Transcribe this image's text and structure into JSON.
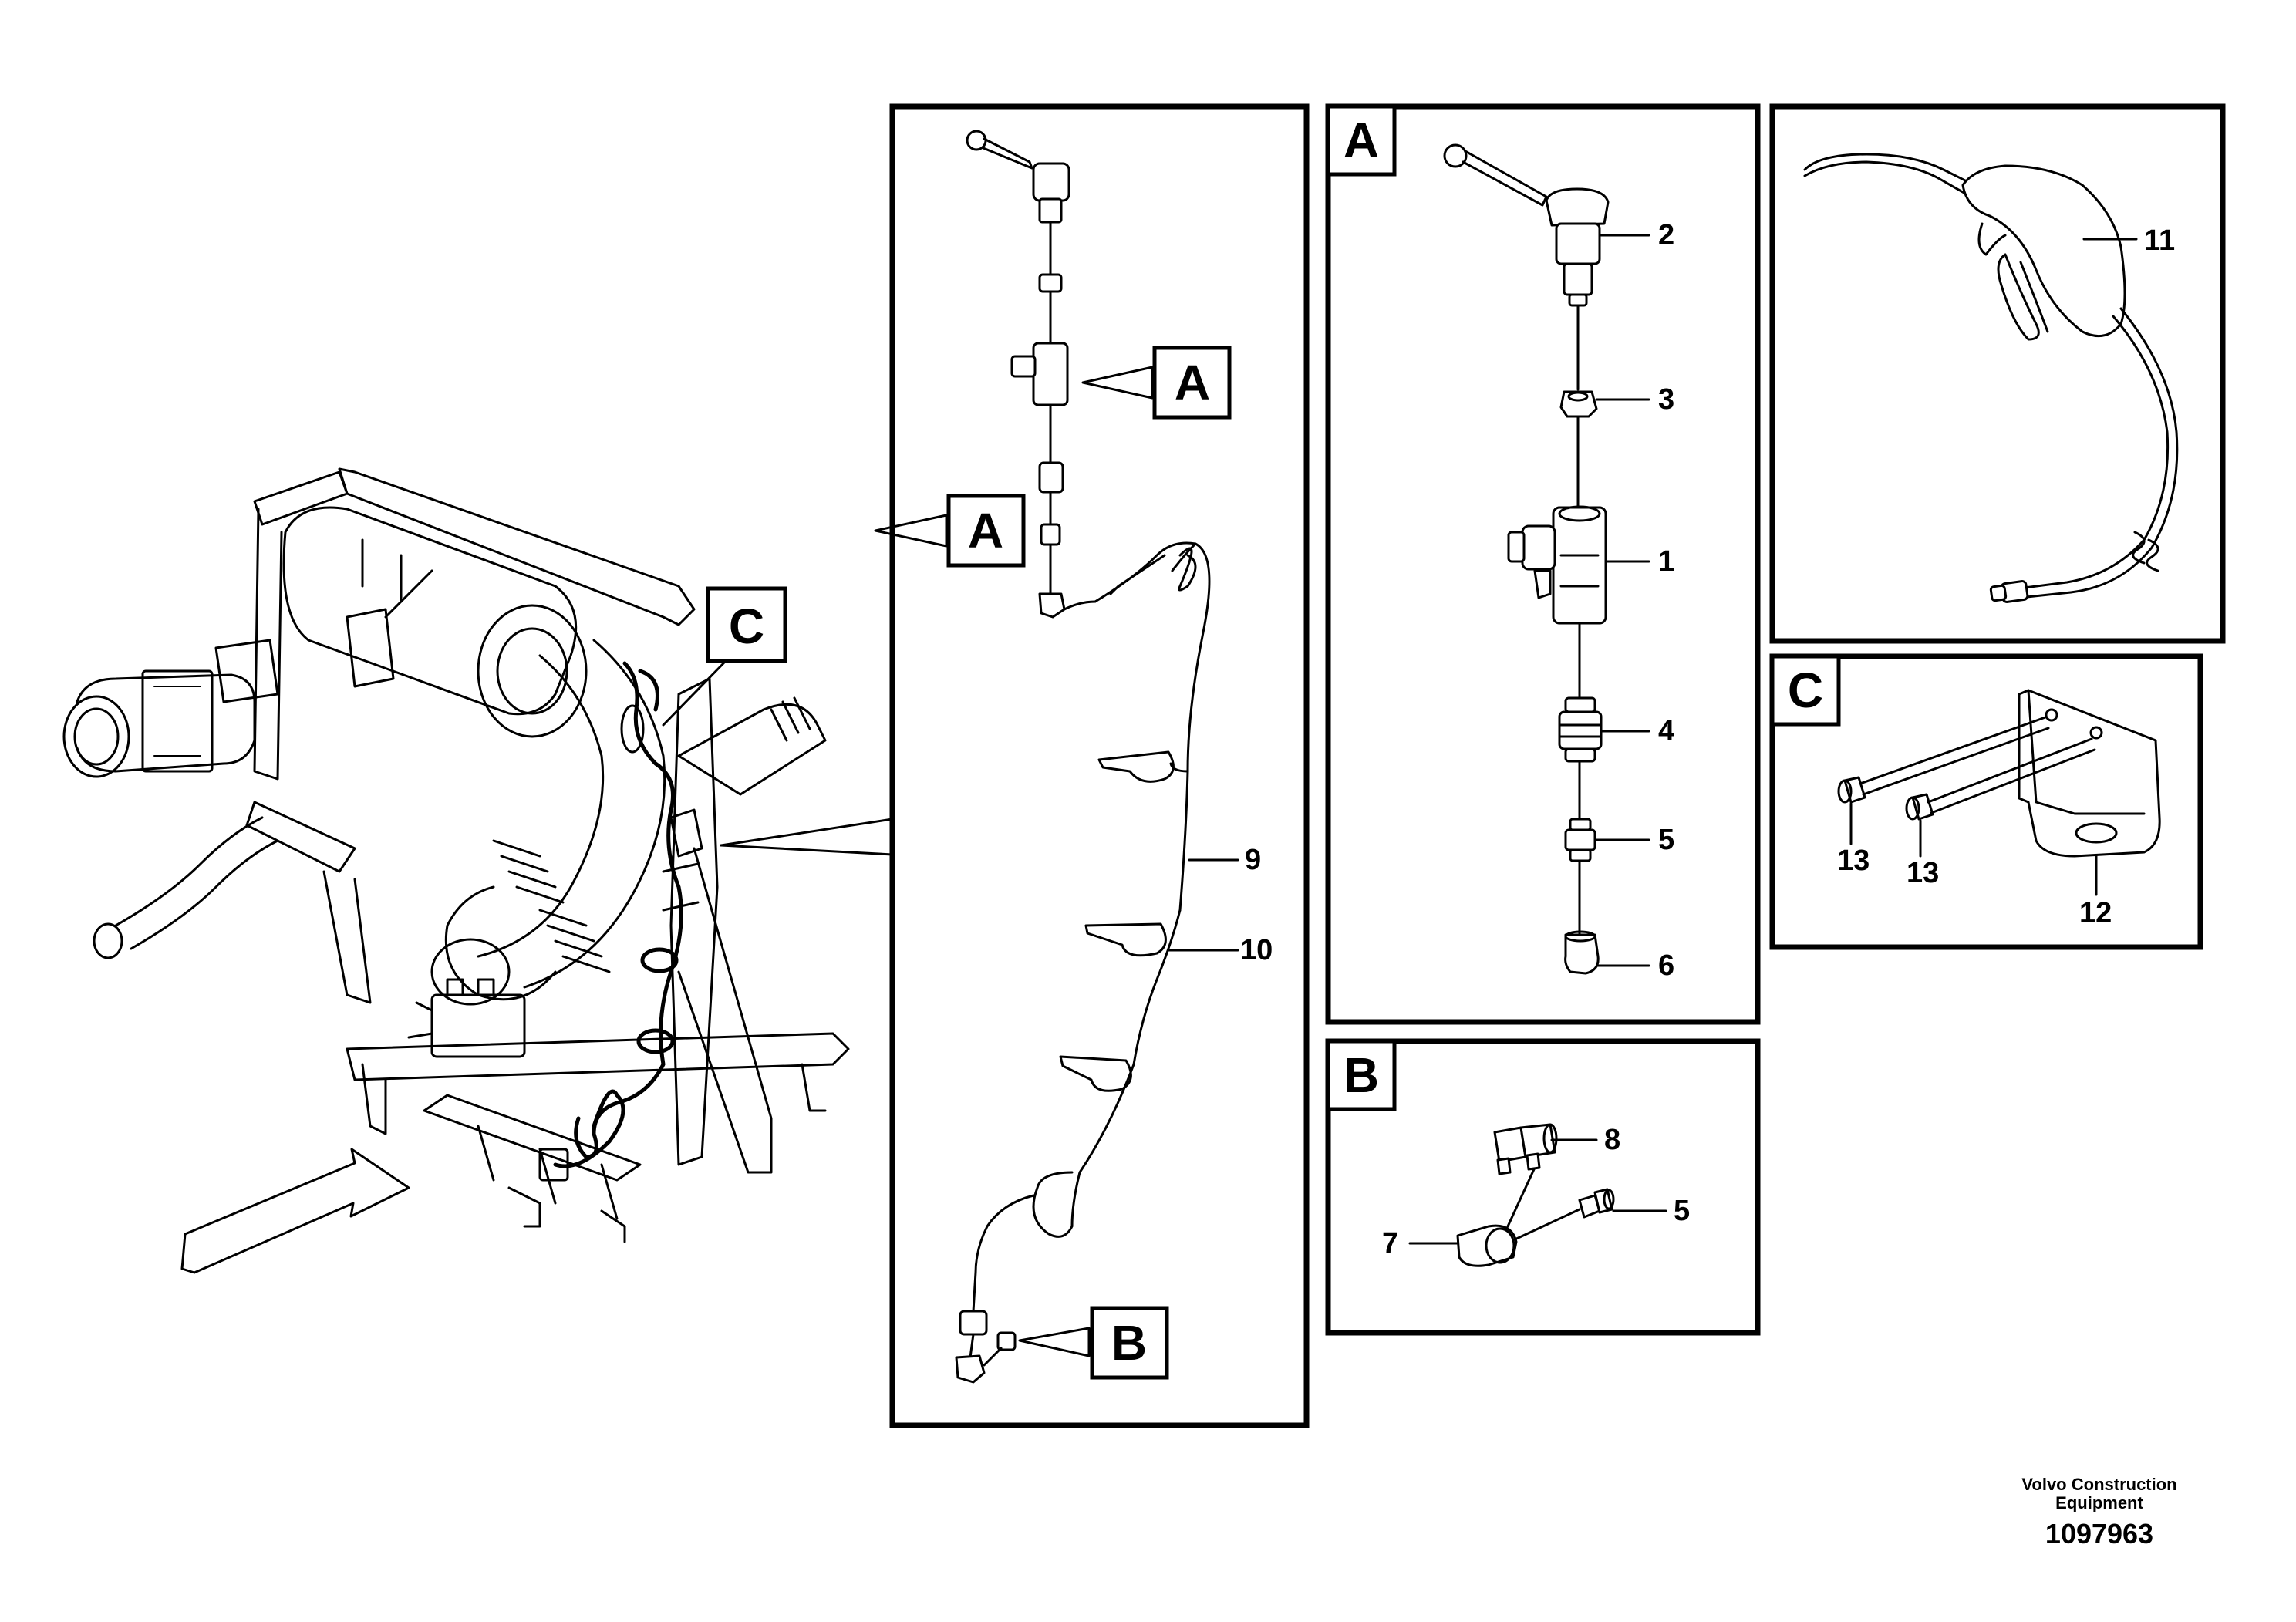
{
  "callout_tags": {
    "main_a": "A",
    "main_a_side": "A",
    "main_b": "B",
    "main_c": "C",
    "panel_a": "A",
    "panel_b": "B",
    "panel_c": "C"
  },
  "part_numbers": {
    "p1": "1",
    "p2": "2",
    "p3": "3",
    "p4": "4",
    "p5": "5",
    "p6": "6",
    "p5b": "5",
    "p7": "7",
    "p8": "8",
    "p9": "9",
    "p10": "10",
    "p11": "11",
    "p12": "12",
    "p13a": "13",
    "p13b": "13"
  },
  "footer": {
    "company_line1": "Volvo Construction",
    "company_line2": "Equipment",
    "drawing_number": "1097963"
  }
}
